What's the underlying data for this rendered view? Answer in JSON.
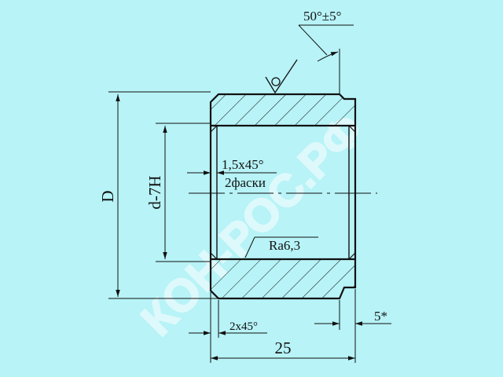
{
  "labels": {
    "angle_tolerance": "50°±5°",
    "outer_diameter": "D",
    "bore_diameter": "d-7H",
    "inner_chamfer": "1,5x45°",
    "chamfer_count": "2фаски",
    "roughness": "Ra6,3",
    "outer_chamfer": "2x45°",
    "groove_width": "5*",
    "length": "25"
  },
  "watermark": "КОН-РОС.РФ",
  "colors": {
    "background": "#b7f3f7",
    "lines": "#111111",
    "watermark": "#ffffff"
  }
}
